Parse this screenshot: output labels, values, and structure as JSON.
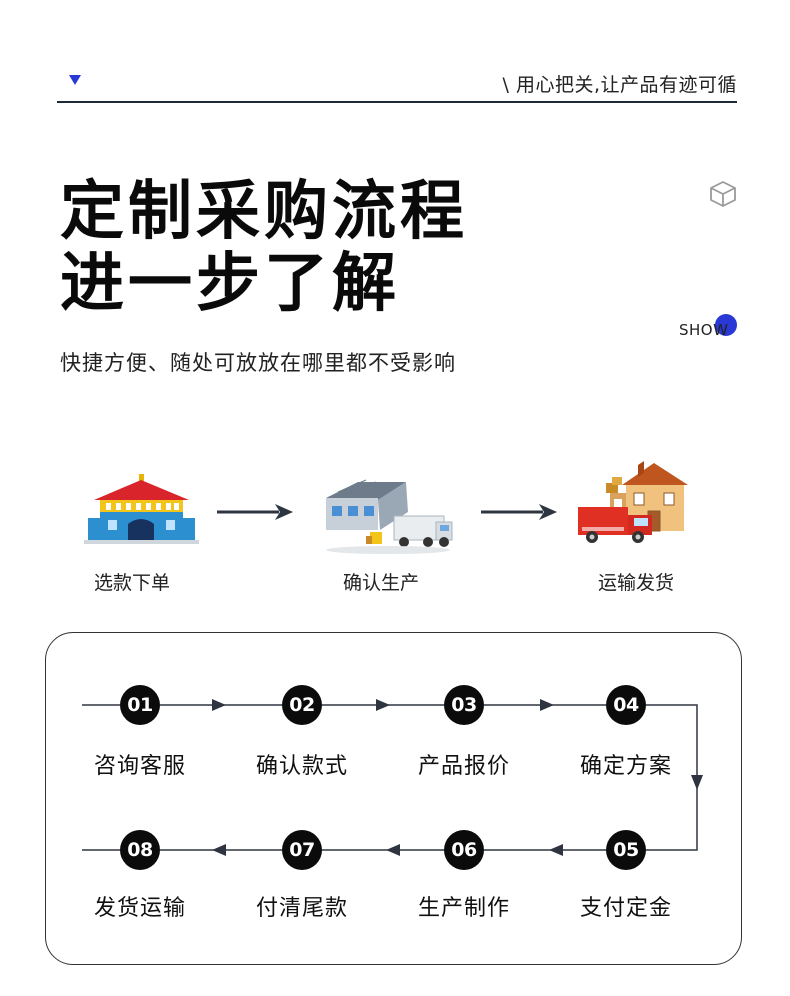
{
  "header": {
    "slogan": "\\ 用心把关,让产品有迹可循"
  },
  "title": {
    "line1": "定制采购流程",
    "line2": "进一步了解",
    "subtitle": "快捷方便、随处可放放在哪里都不受影响",
    "badge": "SHOW"
  },
  "colors": {
    "accent": "#2a39d6",
    "circle": "#0b0b0b"
  },
  "process": [
    {
      "label": "选款下单",
      "icon": "shop-building-icon"
    },
    {
      "label": "确认生产",
      "icon": "factory-truck-icon"
    },
    {
      "label": "运输发货",
      "icon": "delivery-van-house-icon"
    }
  ],
  "steps": [
    {
      "num": "01",
      "label": "咨询客服"
    },
    {
      "num": "02",
      "label": "确认款式"
    },
    {
      "num": "03",
      "label": "产品报价"
    },
    {
      "num": "04",
      "label": "确定方案"
    },
    {
      "num": "05",
      "label": "支付定金"
    },
    {
      "num": "06",
      "label": "生产制作"
    },
    {
      "num": "07",
      "label": "付清尾款"
    },
    {
      "num": "08",
      "label": "发货运输"
    }
  ]
}
